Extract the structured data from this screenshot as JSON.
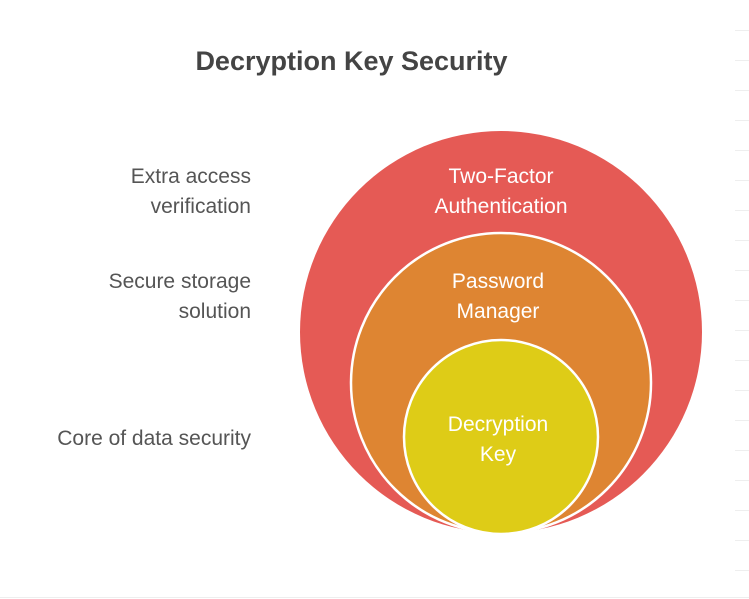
{
  "title": "Decryption Key Security",
  "layers": [
    {
      "name": "Two-Factor Authentication",
      "line1": "Two-Factor",
      "line2": "Authentication",
      "description_line1": "Extra access",
      "description_line2": "verification",
      "color": "#E55A55"
    },
    {
      "name": "Password Manager",
      "line1": "Password",
      "line2": "Manager",
      "description_line1": "Secure storage",
      "description_line2": "solution",
      "color": "#DE8532"
    },
    {
      "name": "Decryption Key",
      "line1": "Decryption",
      "line2": "Key",
      "description_line1": "Core of data security",
      "color": "#DECC17"
    }
  ]
}
